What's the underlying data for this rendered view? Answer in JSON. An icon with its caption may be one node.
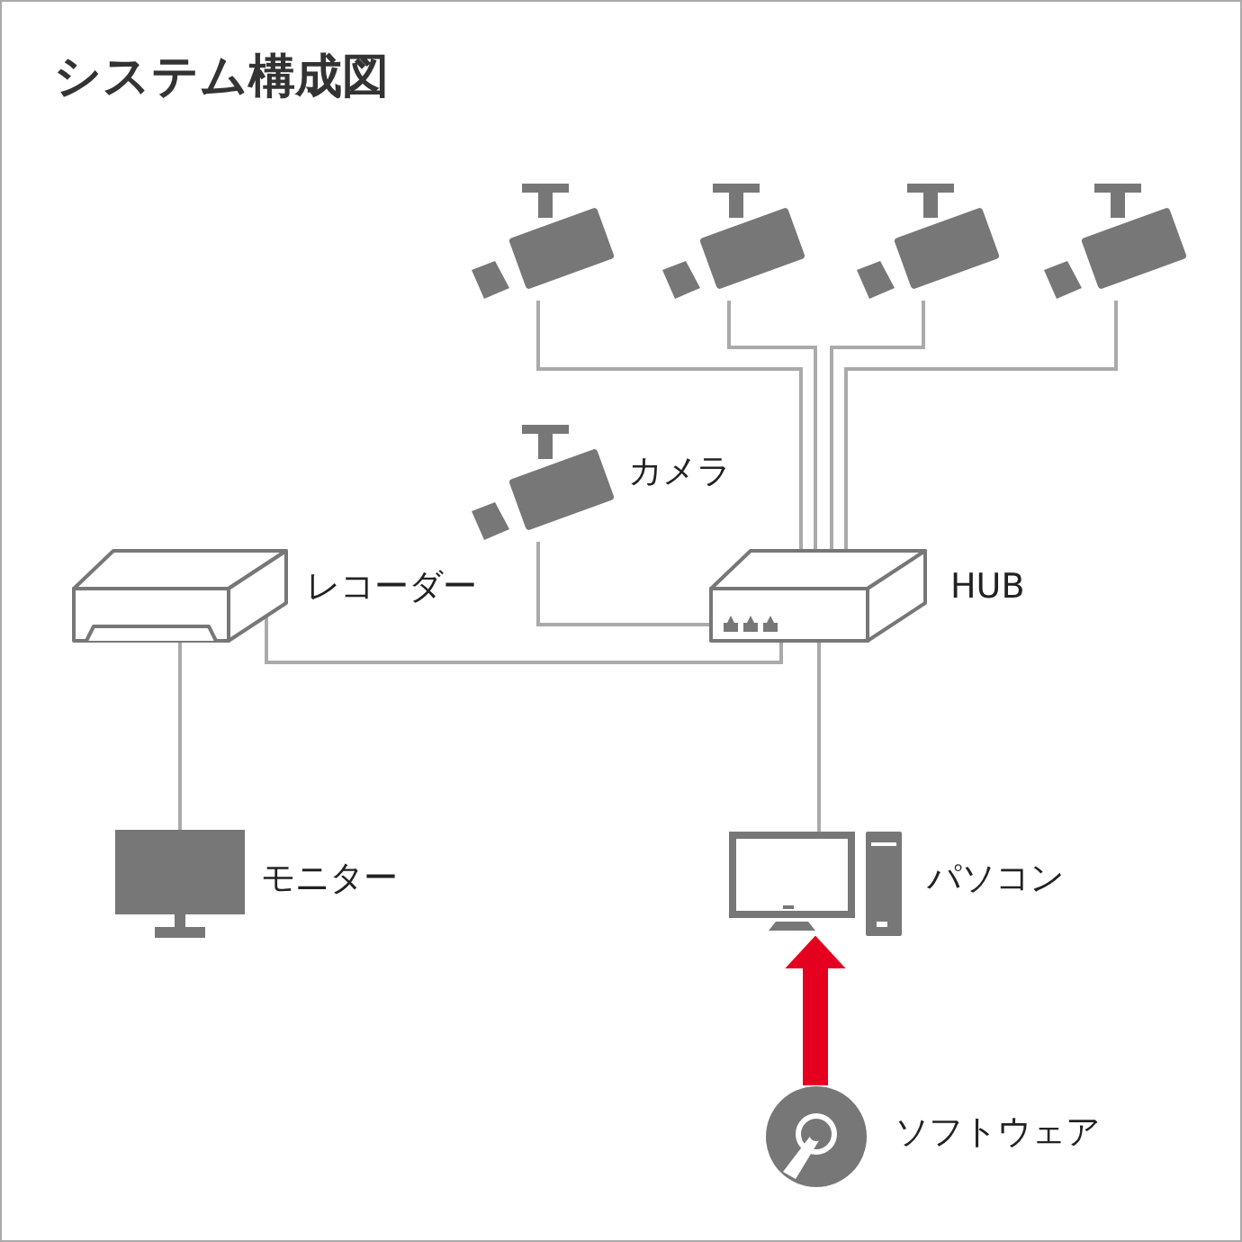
{
  "diagram": {
    "title": "システム構成図",
    "nodes": [
      {
        "text": [],
        "shape": "camera"
      },
      {
        "text": [],
        "shape": "camera"
      },
      {
        "text": [],
        "shape": "camera"
      },
      {
        "text": [],
        "shape": "camera"
      },
      {
        "text": [],
        "shape": "camera",
        "beside": [
          "カメラ"
        ]
      },
      {
        "text": [],
        "shape": "box",
        "beside": [
          "レコーダー"
        ]
      },
      {
        "text": [],
        "shape": "box",
        "beside": [
          "HUB"
        ]
      },
      {
        "text": [],
        "shape": "monitor",
        "beside": [
          "モニター"
        ]
      },
      {
        "text": [],
        "shape": "computer",
        "beside": [
          "パソコン"
        ]
      },
      {
        "text": [],
        "shape": "disc",
        "beside": [
          "ソフトウェア"
        ]
      }
    ],
    "edges": [
      {
        "from": 0,
        "to": 6,
        "arrow": "none"
      },
      {
        "from": 1,
        "to": 6,
        "arrow": "none"
      },
      {
        "from": 2,
        "to": 6,
        "arrow": "none"
      },
      {
        "from": 3,
        "to": 6,
        "arrow": "none"
      },
      {
        "from": 4,
        "to": 6,
        "arrow": "none"
      },
      {
        "from": 5,
        "to": 6,
        "arrow": "none"
      },
      {
        "from": 5,
        "to": 7,
        "arrow": "none"
      },
      {
        "from": 6,
        "to": 8,
        "arrow": "none"
      },
      {
        "from": 9,
        "to": 8,
        "arrow": "to",
        "style": "thick",
        "color": "#e60020"
      }
    ]
  }
}
